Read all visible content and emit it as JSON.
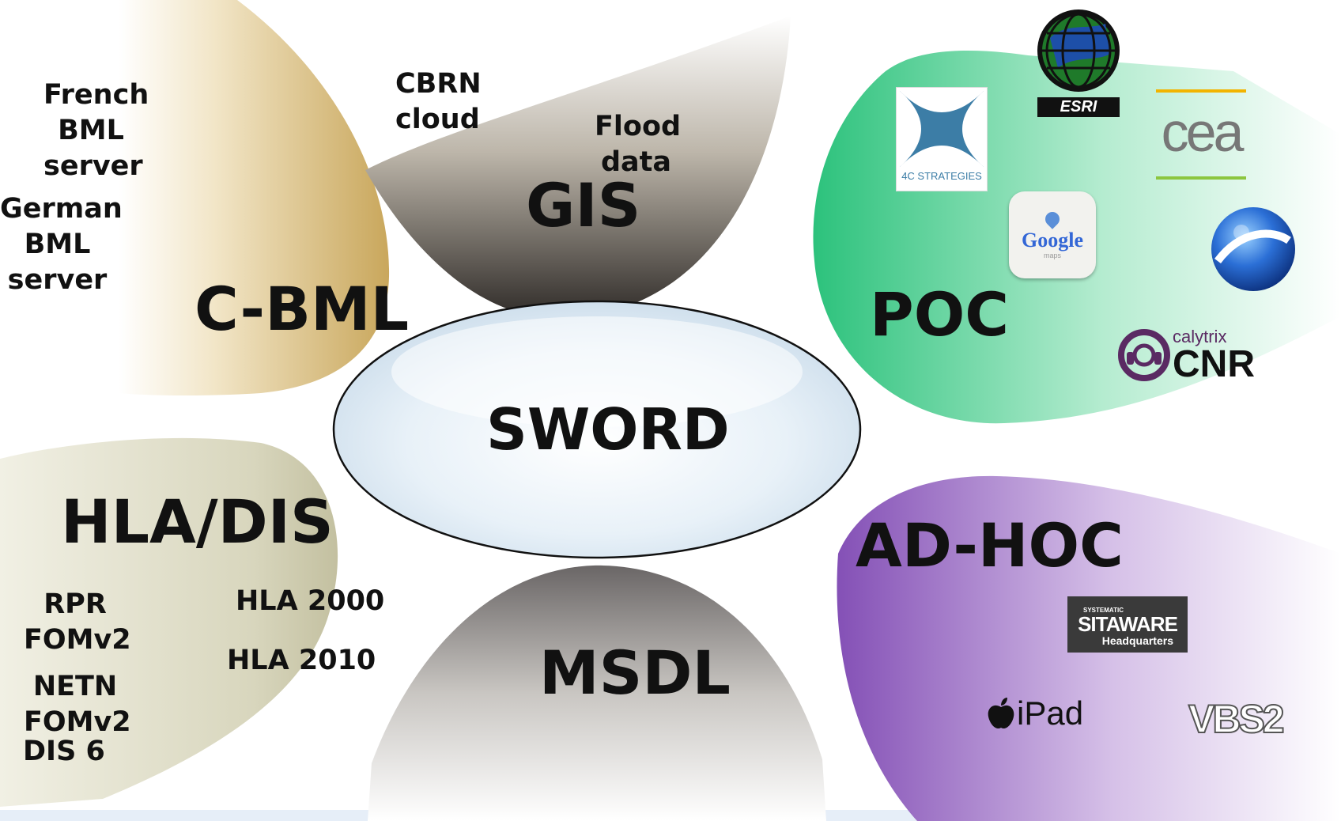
{
  "center": {
    "label": "SWORD"
  },
  "petals": {
    "cbml": {
      "label": "C-BML",
      "items": [
        "French\nBML\nserver",
        "German\nBML\nserver"
      ]
    },
    "gis": {
      "label": "GIS",
      "items": [
        "CBRN\ncloud",
        "Flood\ndata"
      ]
    },
    "poc": {
      "label": "POC",
      "logos": {
        "strategies": "4C STRATEGIES",
        "esri": "ESRI",
        "cea": "cea",
        "google": "Google",
        "google_sub": "maps",
        "calytrix_small": "calytrix",
        "calytrix_big": "CNR"
      }
    },
    "hla": {
      "label": "HLA/DIS",
      "items": [
        "RPR\nFOMv2",
        "NETN\nFOMv2",
        "DIS 6",
        "HLA 2000",
        "HLA 2010"
      ]
    },
    "msdl": {
      "label": "MSDL"
    },
    "adhoc": {
      "label": "AD-HOC",
      "logos": {
        "sitaware_small": "SYSTEMATIC",
        "sitaware_main": "SITAWARE",
        "sitaware_sub": "Headquarters",
        "ipad": "iPad",
        "vbs": "VBS2"
      }
    }
  },
  "colors": {
    "cbml": "#c9a75c",
    "gis": "#3a3430",
    "poc": "#27c27a",
    "hla": "#c8c5a4",
    "msdl": "#4c4848",
    "adhoc": "#8a55b8",
    "ellipse": "#dbe8f3"
  }
}
